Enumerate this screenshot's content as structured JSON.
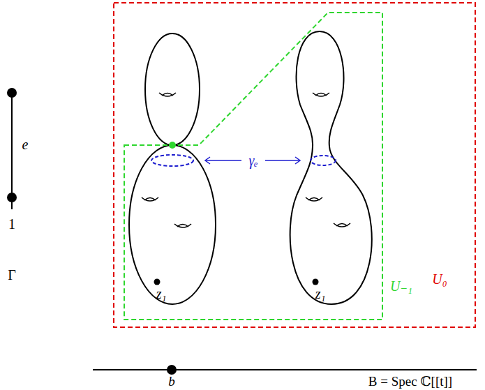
{
  "diagram": {
    "nodes": [
      {
        "text": [
          "U₀"
        ]
      },
      {
        "text": [
          "U₋₁"
        ],
        "in": 0
      }
    ],
    "labels": [
      "e",
      "1",
      "Γ",
      "z₁",
      "z₁",
      "γₑ",
      "b",
      "B = Spec ℂ[[t]]"
    ]
  }
}
